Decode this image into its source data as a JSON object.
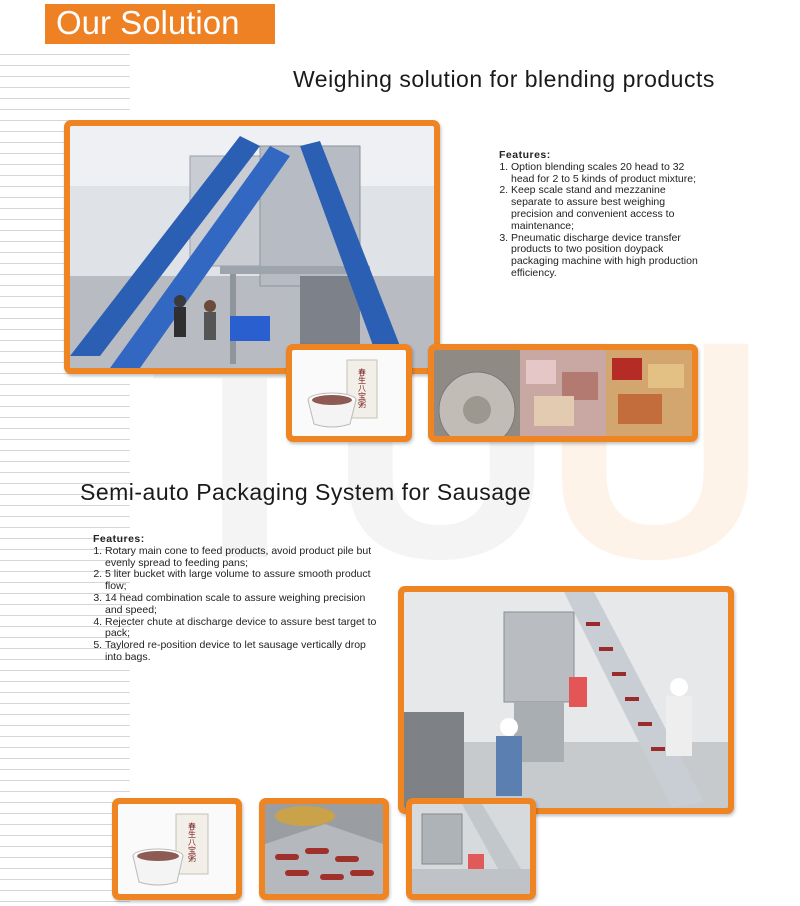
{
  "header": {
    "title": "Our Solution"
  },
  "watermark": {
    "text": "TUU"
  },
  "section1": {
    "title": "Weighing solution for blending  products",
    "features_heading": "Features:",
    "features": [
      "Option blending scales 20 head to 32 head for 2 to 5 kinds of product mixture;",
      "Keep scale stand and mezzanine separate to assure best weighing precision and convenient access to maintenance;",
      "Pneumatic discharge device transfer products to two position doypack packaging machine with high production efficiency."
    ]
  },
  "section2": {
    "title": "Semi-auto Packaging System for Sausage",
    "features_heading": "Features:",
    "features": [
      "Rotary main cone to feed products, avoid product pile but evenly spread to feeding pans;",
      "5 liter bucket with large volume to assure smooth product flow;",
      "14 head combination scale to assure weighing precision and speed;",
      "Rejecter chute at discharge device to assure best target to pack;",
      "Taylored re-position device to let sausage vertically drop into bags."
    ]
  },
  "product_box": {
    "label": "春生八宝粥"
  },
  "colors": {
    "accent": "#ed8123",
    "conveyor": "#2b5fb3",
    "frame": "#ee8522"
  }
}
